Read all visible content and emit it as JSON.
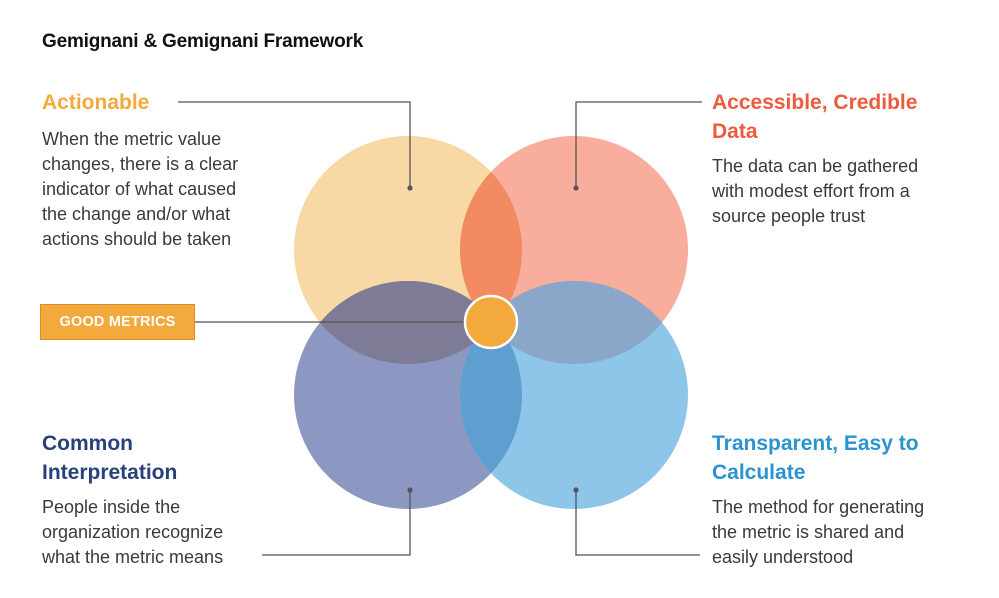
{
  "title": "Gemignani & Gemignani Framework",
  "center_badge": {
    "label": "GOOD METRICS"
  },
  "quadrants": {
    "top_left": {
      "heading": "Actionable",
      "lines": [
        "When the metric value",
        "changes, there is a clear",
        "indicator of what caused",
        "the change and/or what",
        "actions should be taken"
      ],
      "color": "#f3a93b"
    },
    "top_right": {
      "heading_lines": [
        "Accessible, Credible",
        "Data"
      ],
      "lines": [
        "The data can be gathered",
        "with modest effort from a",
        "source people trust"
      ],
      "color": "#ee5a3b"
    },
    "bottom_left": {
      "heading_lines": [
        "Common",
        "Interpretation"
      ],
      "lines": [
        "People inside the",
        "organization recognize",
        "what the metric means"
      ],
      "color": "#28417a"
    },
    "bottom_right": {
      "heading_lines": [
        "Transparent, Easy to",
        "Calculate"
      ],
      "lines": [
        "The method for generating",
        "the metric is shared and",
        "easily understood"
      ],
      "color": "#2b93d1"
    }
  },
  "colors": {
    "circle_top_left": "#f8d9a5",
    "circle_top_right": "#f9ad9d",
    "circle_bottom_left": "#8d98c2",
    "circle_bottom_right": "#8ec6ea",
    "overlap_top": "#f38b62",
    "overlap_left": "#7e7b97",
    "overlap_right": "#8aa6c8",
    "overlap_bottom": "#5f9fd0",
    "center_dot": "#f3a93b",
    "connector_line": "#555555"
  }
}
